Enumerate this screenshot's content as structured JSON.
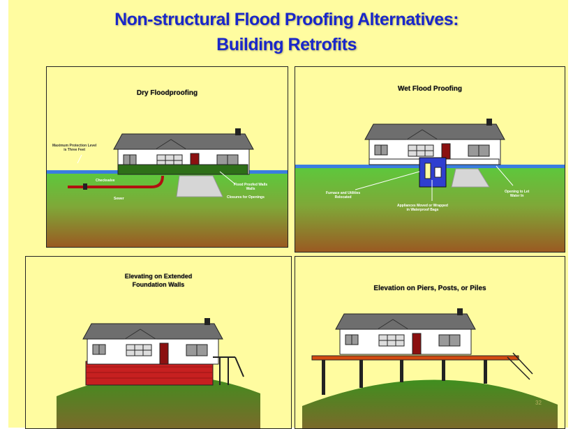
{
  "slide": {
    "title_line1": "Non-structural Flood Proofing Alternatives:",
    "title_line2": "Building Retrofits",
    "page_number": "32"
  },
  "panels": {
    "dry": {
      "title": "Dry Floodproofing",
      "labels": {
        "max_level": "Maximum Protection Level\nis Three Feet",
        "check_valve": "Checkvalve",
        "sewer": "Sewer",
        "flood_walls": "Flood Proofed Walls\nWalls",
        "closures": "Closures for Openings"
      }
    },
    "wet": {
      "title": "Wet Flood Proofing",
      "labels": {
        "furnace": "Furnace and Utilities\nRelocated",
        "appliances": "Appliances Moved or Wrapped\nin Waterproof Bags",
        "openings": "Opening to Let\nWater In"
      }
    },
    "elevating": {
      "title": "Elevating on Extended\nFoundation Walls"
    },
    "piers": {
      "title": "Elevation on Piers, Posts, or Piles"
    }
  },
  "colors": {
    "background": "#fffca0",
    "title": "#1a27c9",
    "grass": "#5bc23a",
    "water": "#2f78e0",
    "roof": "#6e6e6e",
    "brick": "#c62020",
    "door": "#8b1010"
  }
}
